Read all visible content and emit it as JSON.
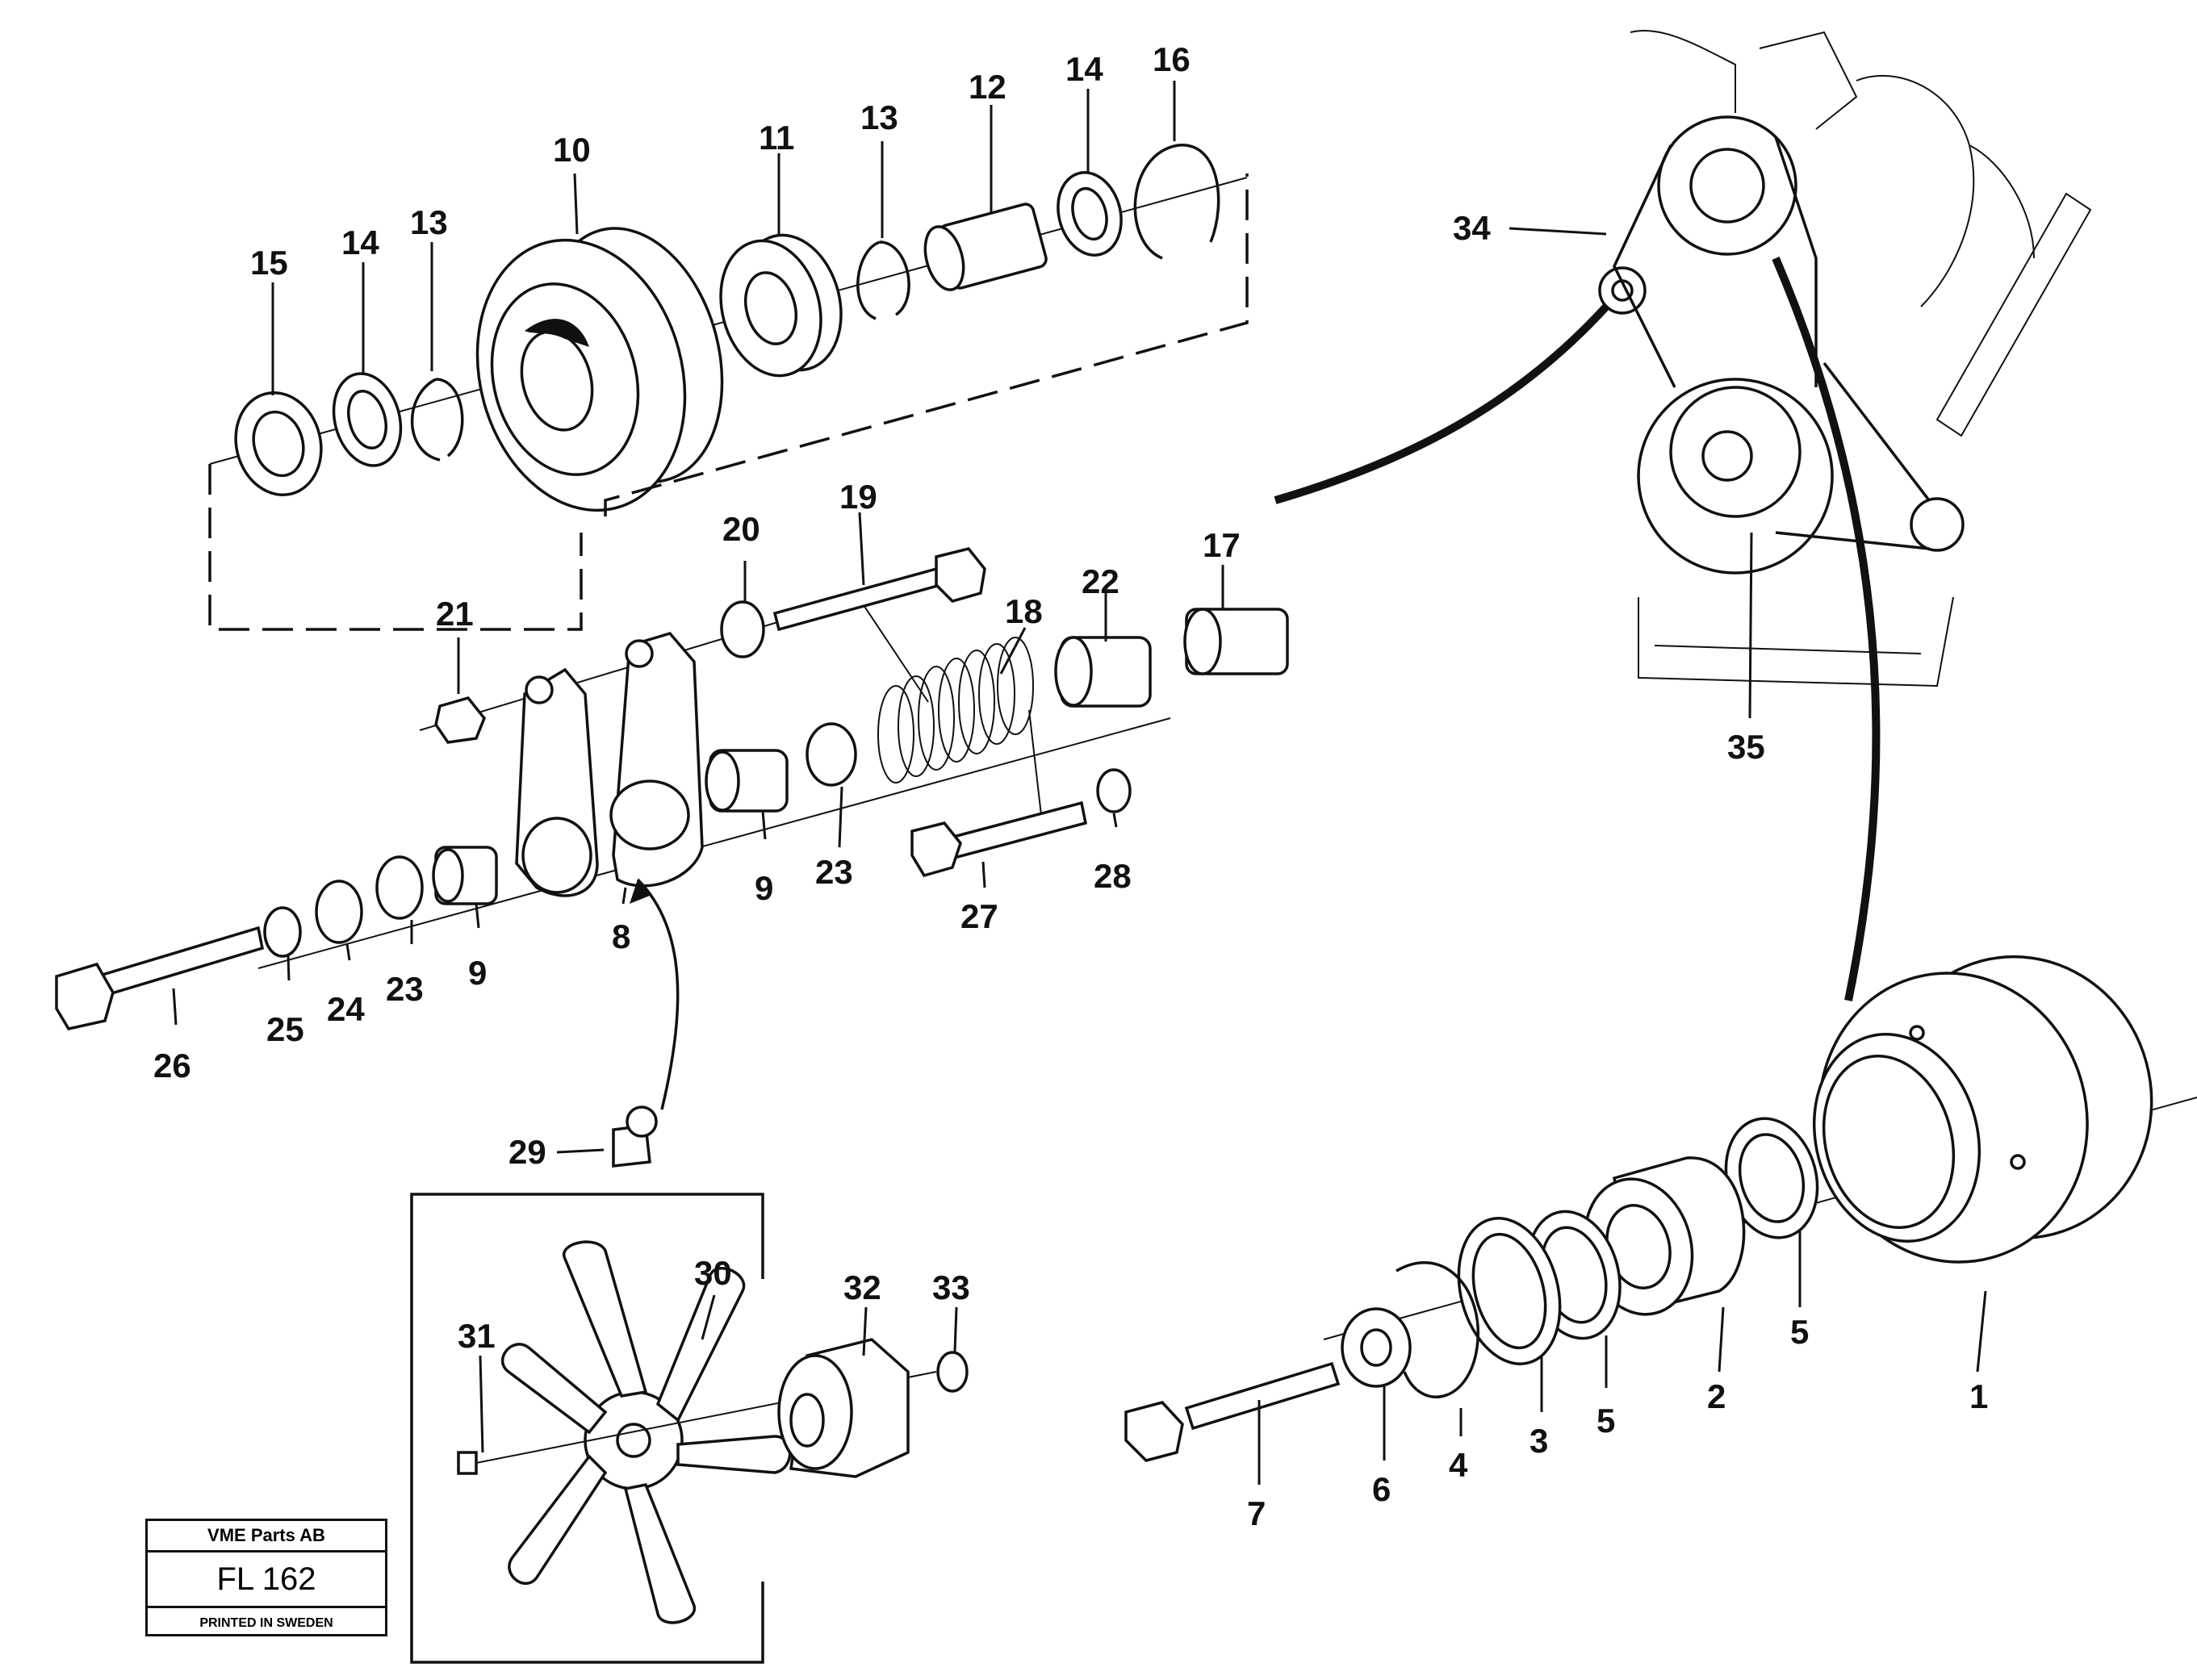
{
  "parts": [
    {
      "id": "p1",
      "label": "1"
    },
    {
      "id": "p2",
      "label": "2"
    },
    {
      "id": "p3",
      "label": "3"
    },
    {
      "id": "p4",
      "label": "4"
    },
    {
      "id": "p5a",
      "label": "5"
    },
    {
      "id": "p5b",
      "label": "5"
    },
    {
      "id": "p6",
      "label": "6"
    },
    {
      "id": "p7",
      "label": "7"
    },
    {
      "id": "p8",
      "label": "8"
    },
    {
      "id": "p9a",
      "label": "9"
    },
    {
      "id": "p9b",
      "label": "9"
    },
    {
      "id": "p10",
      "label": "10"
    },
    {
      "id": "p11",
      "label": "11"
    },
    {
      "id": "p12",
      "label": "12"
    },
    {
      "id": "p13a",
      "label": "13"
    },
    {
      "id": "p13b",
      "label": "13"
    },
    {
      "id": "p14a",
      "label": "14"
    },
    {
      "id": "p14b",
      "label": "14"
    },
    {
      "id": "p15",
      "label": "15"
    },
    {
      "id": "p16",
      "label": "16"
    },
    {
      "id": "p17",
      "label": "17"
    },
    {
      "id": "p18",
      "label": "18"
    },
    {
      "id": "p19",
      "label": "19"
    },
    {
      "id": "p20",
      "label": "20"
    },
    {
      "id": "p21",
      "label": "21"
    },
    {
      "id": "p22",
      "label": "22"
    },
    {
      "id": "p23a",
      "label": "23"
    },
    {
      "id": "p23b",
      "label": "23"
    },
    {
      "id": "p24",
      "label": "24"
    },
    {
      "id": "p25",
      "label": "25"
    },
    {
      "id": "p26",
      "label": "26"
    },
    {
      "id": "p27",
      "label": "27"
    },
    {
      "id": "p28",
      "label": "28"
    },
    {
      "id": "p29",
      "label": "29"
    },
    {
      "id": "p30",
      "label": "30"
    },
    {
      "id": "p31",
      "label": "31"
    },
    {
      "id": "p32",
      "label": "32"
    },
    {
      "id": "p33",
      "label": "33"
    },
    {
      "id": "p34",
      "label": "34"
    },
    {
      "id": "p35",
      "label": "35"
    }
  ],
  "stamp": {
    "company": "VME Parts AB",
    "code": "FL 162",
    "printed": "PRINTED IN SWEDEN"
  }
}
